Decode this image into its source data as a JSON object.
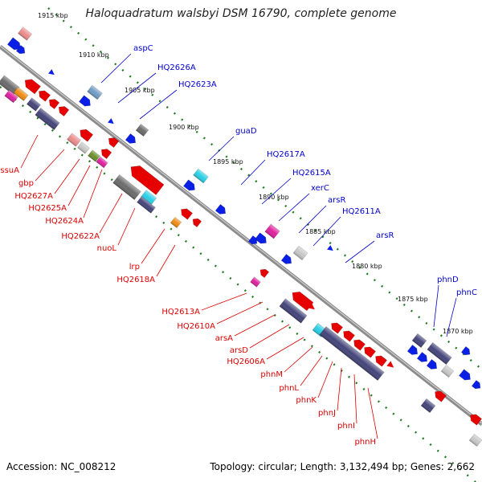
{
  "title": "Haloquadratum walsbyi DSM 16790, complete genome",
  "footer": {
    "accession": "Accession: NC_008212",
    "topology": "Topology: circular; Length: 3,132,494 bp; Genes: 2,662"
  },
  "colors": {
    "backbone": "#8c8c8c",
    "forward_label": "#0000cc",
    "reverse_label": "#dd0000",
    "tick_dots": "#1f7a1f",
    "forward_gene": "#0a1fe6",
    "reverse_gene": "#e60000",
    "gray_gene": "#6b6b6b",
    "purple_gene": "#44447a",
    "cyan_gene": "#2ad0e6",
    "magenta_gene": "#e020a0",
    "pink_gene": "#ec8c8c",
    "olive_gene": "#6b8f2a",
    "orange_gene": "#f08c10",
    "steel_gene": "#6f9cc4",
    "light_gray_gene": "#c8c8c8"
  },
  "ticks": [
    "1915 kbp",
    "1910 kbp",
    "1905 kbp",
    "1900 kbp",
    "1895 kbp",
    "1890 kbp",
    "1885 kbp",
    "1880 kbp",
    "1875 kbp",
    "1870 kbp"
  ],
  "forward_labels": [
    "aspC",
    "HQ2626A",
    "HQ2623A",
    "guaD",
    "HQ2617A",
    "HQ2615A",
    "xerC",
    "arsR",
    "HQ2611A",
    "arsR",
    "phnD",
    "phnC"
  ],
  "reverse_labels": [
    "ssuA",
    "gbp",
    "HQ2627A",
    "HQ2625A",
    "HQ2624A",
    "HQ2622A",
    "nuoL",
    "lrp",
    "HQ2618A",
    "HQ2613A",
    "HQ2610A",
    "arsA",
    "arsD",
    "HQ2606A",
    "phnM",
    "phnL",
    "phnK",
    "phnJ",
    "phnI",
    "phnH"
  ]
}
